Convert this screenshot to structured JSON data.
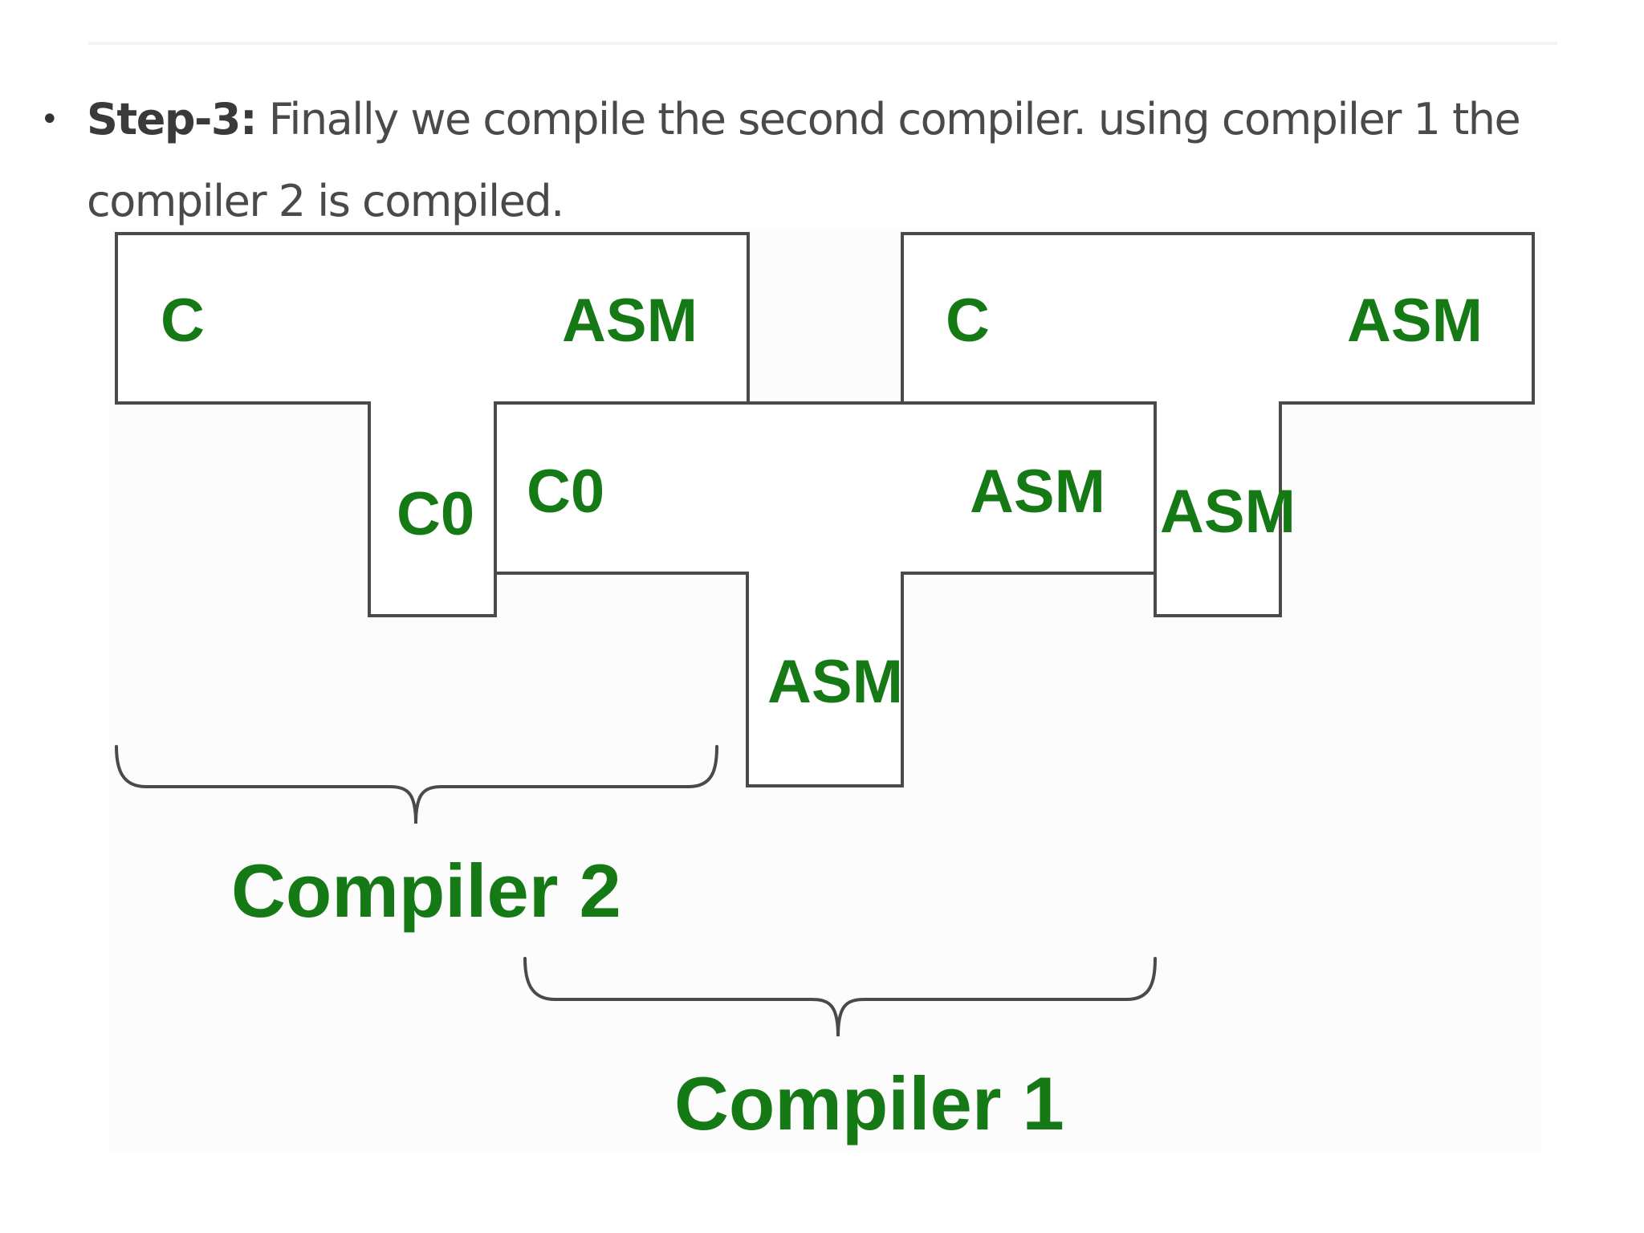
{
  "text": {
    "bullet": "•",
    "step_label": "Step-3:",
    "step_text": " Finally we compile the second compiler. using compiler 1 the compiler 2 is compiled."
  },
  "diagram": {
    "colors": {
      "label": "#157a15",
      "stroke": "#4a4a4a",
      "text": "#4a4a4a"
    },
    "t_left": {
      "source": "C",
      "target": "ASM",
      "implementation": "C0"
    },
    "t_middle": {
      "source": "C0",
      "target": "ASM",
      "implementation": "ASM"
    },
    "t_right": {
      "source": "C",
      "target": "ASM",
      "implementation": "ASM"
    },
    "brace_labels": {
      "compiler_2": "Compiler 2",
      "compiler_1": "Compiler 1"
    }
  }
}
